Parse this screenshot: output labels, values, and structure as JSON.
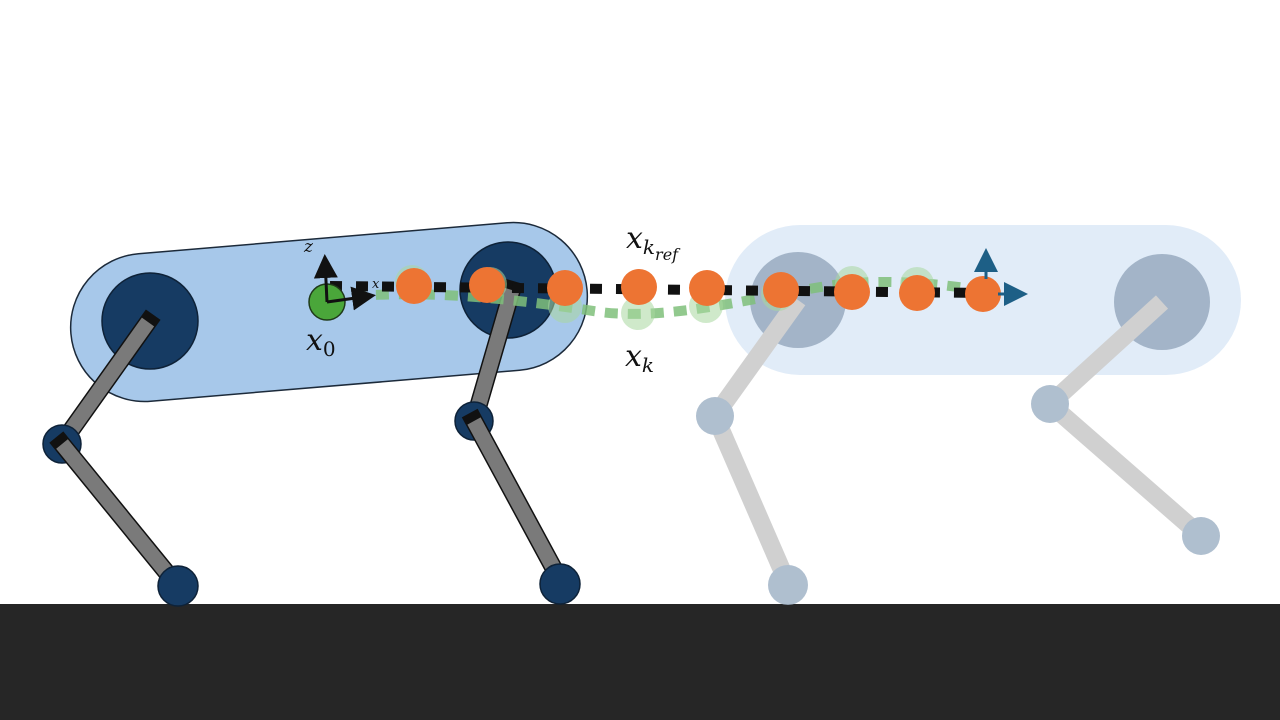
{
  "labels": {
    "x0": {
      "base": "x",
      "sub": "0"
    },
    "xk": {
      "base": "x",
      "sub": "k"
    },
    "xkref": {
      "base": "x",
      "sub": "k",
      "subsub": "ref"
    },
    "axis_z": "z",
    "axis_x": "x"
  },
  "colors": {
    "ground": "#262626",
    "body_current": "#a7c8ea",
    "body_future": "#dce9f7",
    "joint_dark": "#163b63",
    "link_gray": "#7a7a7a",
    "reference_point": "#ed7433",
    "predicted_point": "#4aa63a",
    "reference_path": "#111111",
    "predicted_path": "#7fc07a",
    "frame_arrow": "#1d5f86"
  },
  "icons": {
    "frame": "coordinate-frame-icon",
    "future_frame": "future-frame-icon"
  }
}
